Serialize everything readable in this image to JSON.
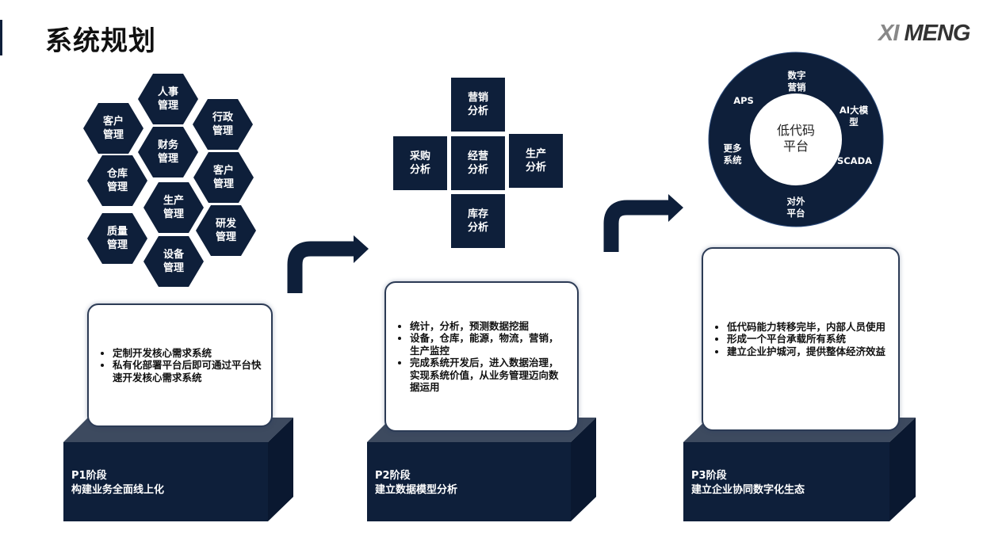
{
  "header": {
    "title": "系统规划",
    "logo": "XI MENG"
  },
  "hexagons": [
    "人事管理",
    "客户管理",
    "行政管理",
    "财务管理",
    "仓库管理",
    "客户管理",
    "生产管理",
    "研发管理",
    "质量管理",
    "设备管理"
  ],
  "analysis": {
    "top": "营销分析",
    "left": "采购分析",
    "center": "经营分析",
    "right": "生产分析",
    "bottom": "库存分析"
  },
  "platform": {
    "center": "低代码平台",
    "ring": {
      "top": "数字营销",
      "aps": "APS",
      "ai": "AI大模型",
      "more": "更多系统",
      "scada": "SCADA",
      "bottom": "对外平台"
    }
  },
  "stages": [
    {
      "phase": "P1阶段",
      "name": "构建业务全面线上化",
      "bullets": [
        "定制开发核心需求系统",
        "私有化部署平台后即可通过平台快速开发核心需求系统"
      ]
    },
    {
      "phase": "P2阶段",
      "name": "建立数据模型分析",
      "bullets": [
        "统计，分析，预测数据挖掘",
        "设备，仓库，能源，物流，营销，生产监控",
        "完成系统开发后，进入数据治理，实现系统价值，从业务管理迈向数据运用"
      ]
    },
    {
      "phase": "P3阶段",
      "name": "建立企业协同数字化生态",
      "bullets": [
        "低代码能力转移完毕，内部人员使用",
        "形成一个平台承载所有系统",
        "建立企业护城河，提供整体经济效益"
      ]
    }
  ],
  "colors": {
    "navy": "#0e1f3a",
    "top_face": "#3d4a5f",
    "side_face": "#0a1830"
  }
}
